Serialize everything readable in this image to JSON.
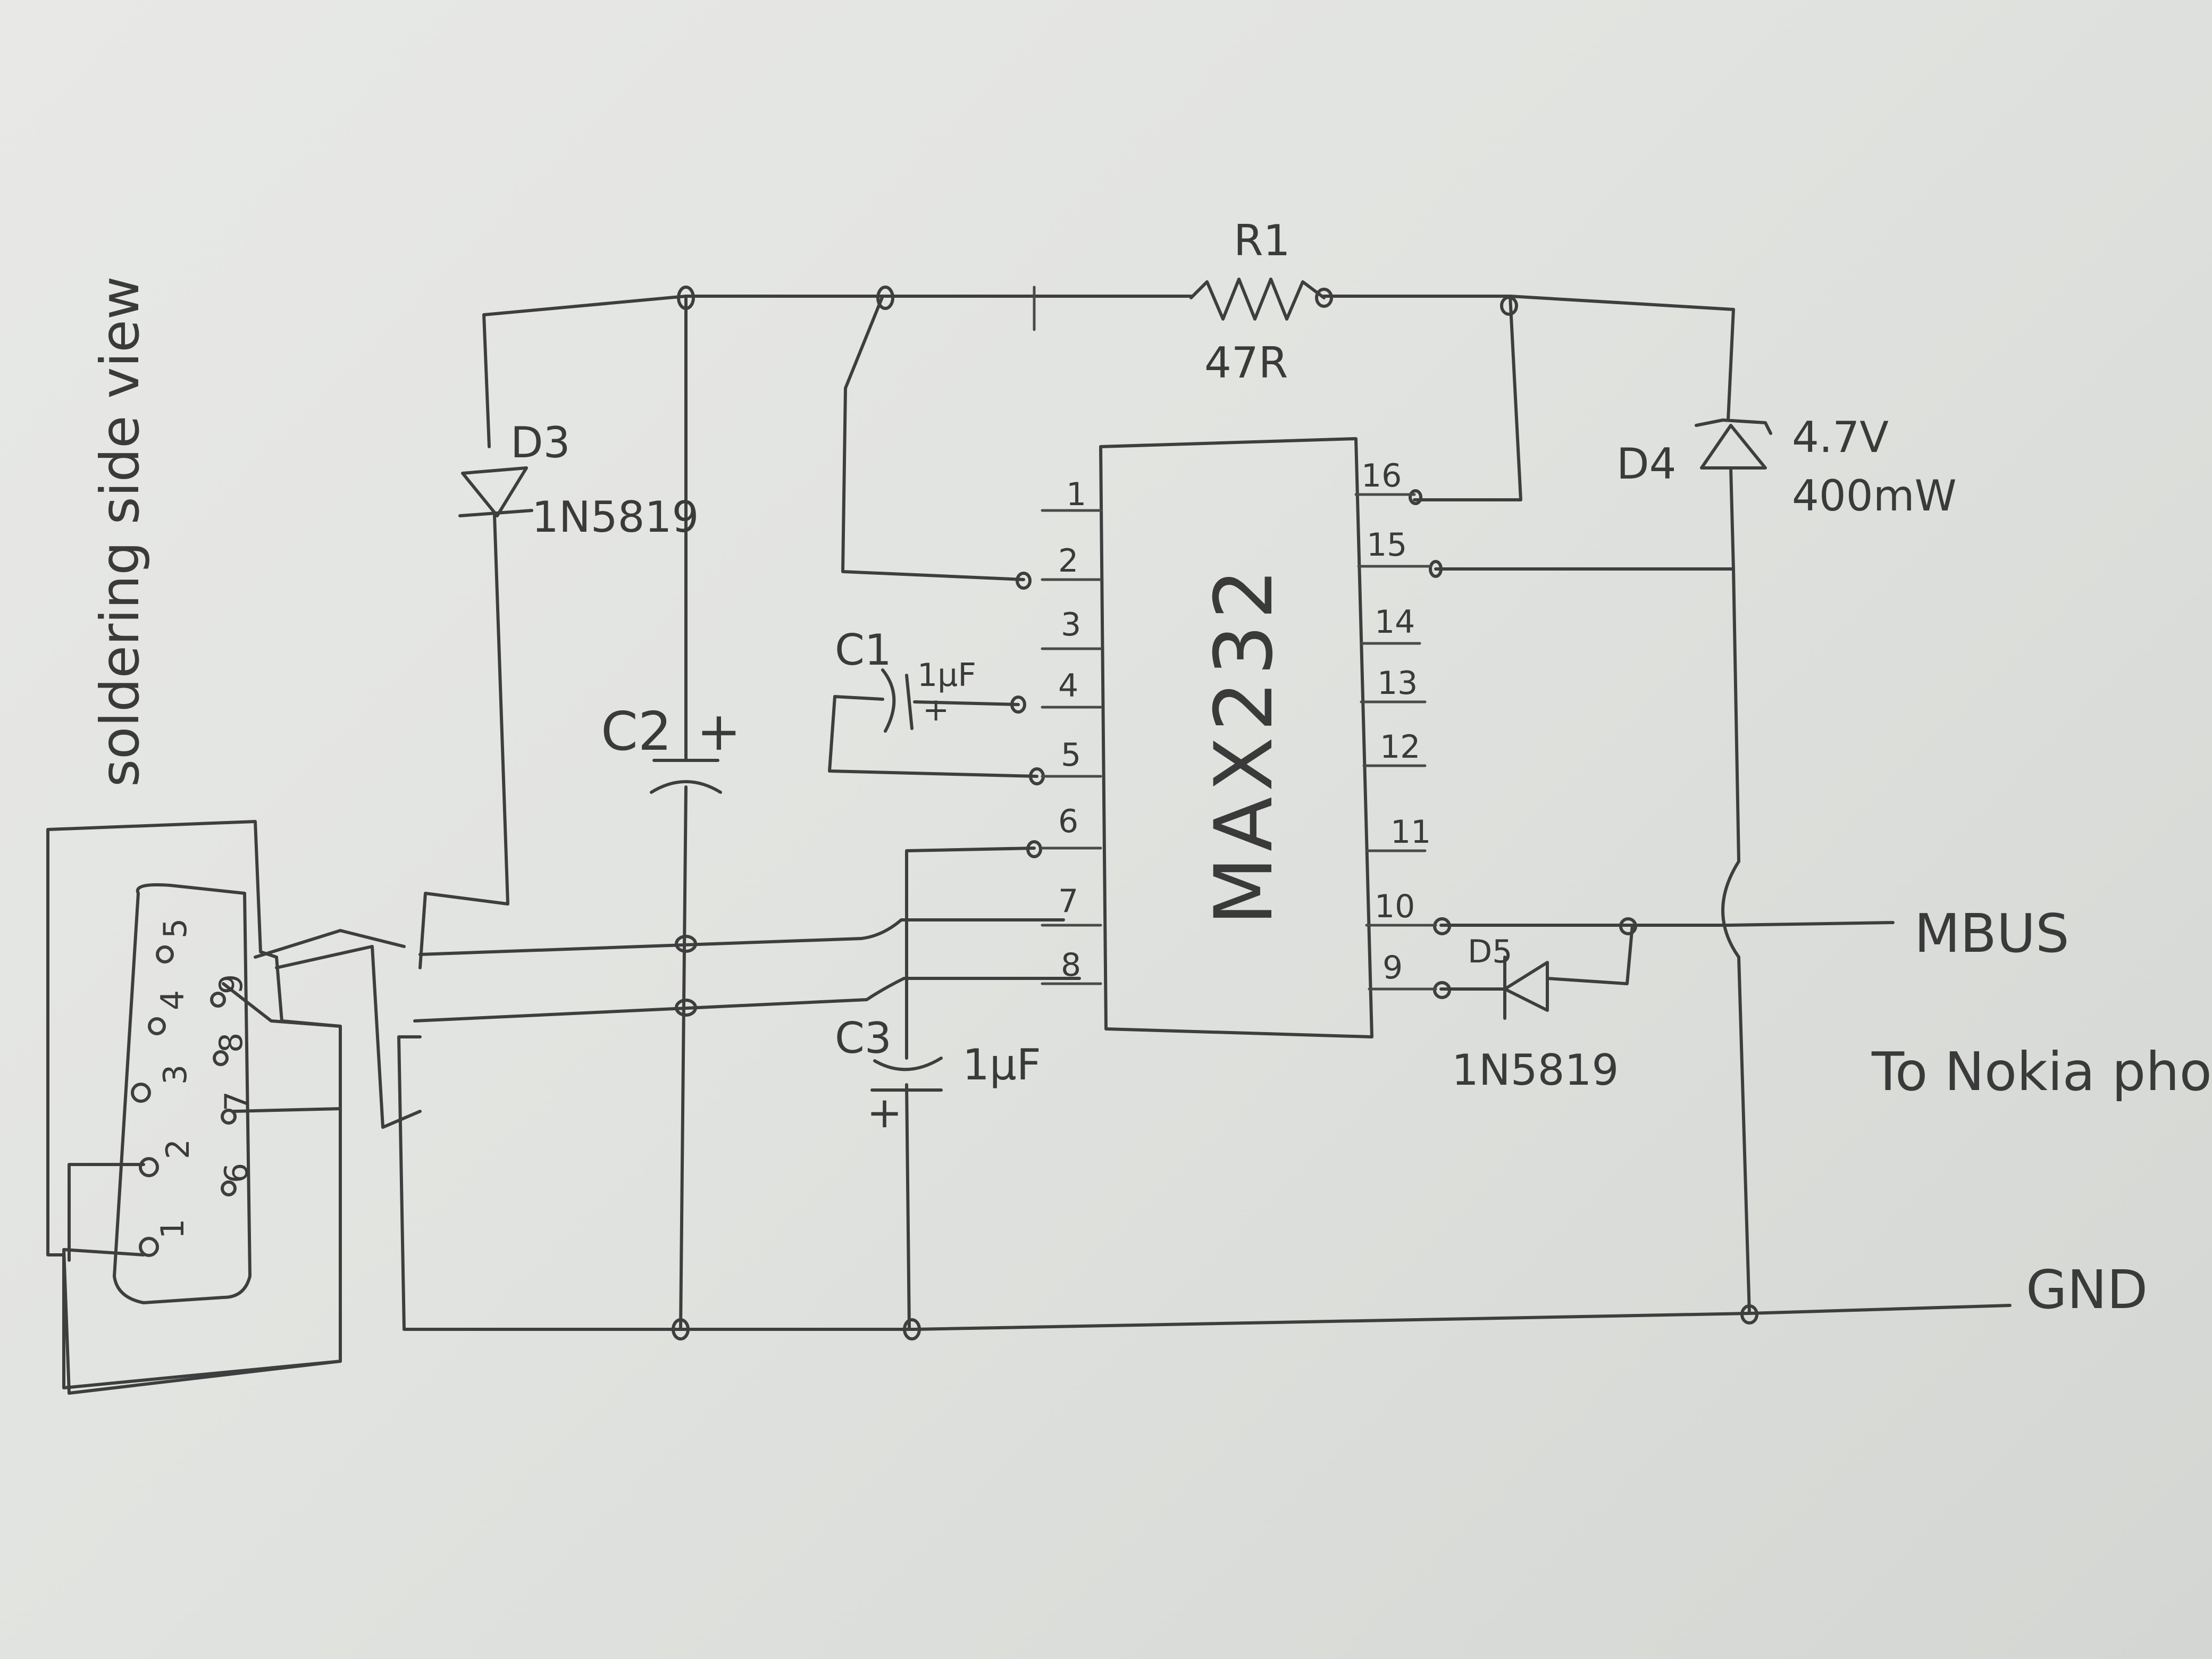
{
  "labels": {
    "view_note": "soldering side view",
    "ic_name": "MAX232",
    "r1_name": "R1",
    "r1_value": "47R",
    "d3_name": "D3",
    "d3_value": "1N5819",
    "d4_name": "D4",
    "d4_voltage": "4.7V",
    "d4_power": "400mW",
    "d5_name": "D5",
    "d5_value": "1N5819",
    "c1_name": "C1",
    "c1_value": "1µF",
    "c2_name": "C2",
    "c3_name": "C3",
    "c3_value": "1µF",
    "plus": "+",
    "mbus": "MBUS",
    "gnd": "GND",
    "to_phone": "To Nokia phon"
  },
  "ic_pins_left": [
    "1",
    "2",
    "3",
    "4",
    "5",
    "6",
    "7",
    "8"
  ],
  "ic_pins_right": [
    "16",
    "15",
    "14",
    "13",
    "12",
    "11",
    "10",
    "9"
  ],
  "db9_pins_top": [
    "5",
    "4",
    "3",
    "2",
    "1"
  ],
  "db9_pins_bottom": [
    "9",
    "8",
    "7",
    "6"
  ]
}
